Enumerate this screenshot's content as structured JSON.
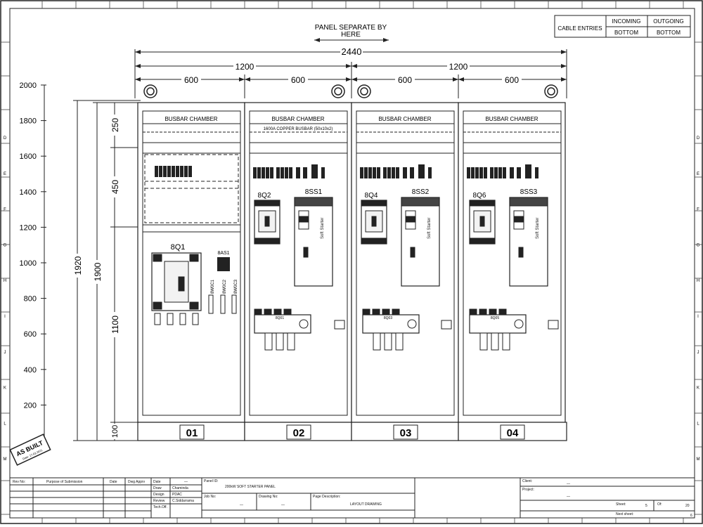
{
  "header": {
    "separate_line1": "PANEL SEPARATE BY",
    "separate_line2": "HERE",
    "cable_entries": "CABLE ENTRIES",
    "incoming": "INCOMING",
    "outgoing": "OUTGOING",
    "incoming_bottom": "BOTTOM",
    "outgoing_bottom": "BOTTOM"
  },
  "dimensions": {
    "total_width": "2440",
    "group_1": "1200",
    "group_2": "1200",
    "sections": [
      "600",
      "600",
      "600",
      "600"
    ],
    "height_overall": "1920",
    "height_inner": "1900",
    "h_busbar": "250",
    "h_aux": "450",
    "h_main": "1100",
    "h_base": "100"
  },
  "vertical_scale": [
    "2000",
    "1800",
    "1600",
    "1400",
    "1200",
    "1000",
    "800",
    "600",
    "400",
    "200"
  ],
  "frame_letters_left": [
    "D",
    "E",
    "F",
    "G",
    "H",
    "I",
    "J",
    "K",
    "L",
    "M"
  ],
  "panels": [
    {
      "number": "01",
      "busbar_label": "BUSBAR CHAMBER",
      "busbar_note": "",
      "breaker_label": "8Q1",
      "aux_label": "8AS1",
      "cable_labels": [
        "8W0C1",
        "8W0C2",
        "8W0C3"
      ]
    },
    {
      "number": "02",
      "busbar_label": "BUSBAR CHAMBER",
      "busbar_note": "1600A COPPER BUSBAR (50x10x2)",
      "breaker_label": "8Q2",
      "starter_label": "8SS1",
      "isolator_label": "8Q01"
    },
    {
      "number": "03",
      "busbar_label": "BUSBAR CHAMBER",
      "busbar_note": "",
      "breaker_label": "8Q4",
      "starter_label": "8SS2",
      "isolator_label": "8Q03"
    },
    {
      "number": "04",
      "busbar_label": "BUSBAR CHAMBER",
      "busbar_note": "",
      "breaker_label": "8Q6",
      "starter_label": "8SS3",
      "isolator_label": "8Q05"
    }
  ],
  "stamp": {
    "line1": "AS BUILT",
    "line2": "Date: 17.03.2021"
  },
  "title_block": {
    "rev_no": "Rev No:",
    "purpose": "Purpose of Submission",
    "date": "Date",
    "dwg_apprv": "Dwg Apprv",
    "date2": "Date",
    "date_value": "—",
    "draw": "Draw",
    "draw_by": "Chaminda",
    "design": "Design",
    "design_by": "PDAC",
    "review": "Review",
    "review_by": "C.Siddarrama",
    "tech_off": "Tech.Off.",
    "panel_id_label": "Panel ID:",
    "panel_id": "200kW SOFT STARTER PANEL",
    "job_no_label": "Job No:",
    "job_no": "—",
    "drawing_no_label": "Drawing No:",
    "drawing_no": "—",
    "page_desc_label": "Page Description:",
    "page_desc": "LAYOUT DRAWING",
    "client_label": "Client:",
    "client": "—",
    "project_label": "Project:",
    "project": "—",
    "sheet_label": "Sheet:",
    "sheet": "5",
    "of_label": "Of:",
    "of": "20",
    "next_sheet_label": "Next sheet:",
    "next_sheet": "6"
  }
}
